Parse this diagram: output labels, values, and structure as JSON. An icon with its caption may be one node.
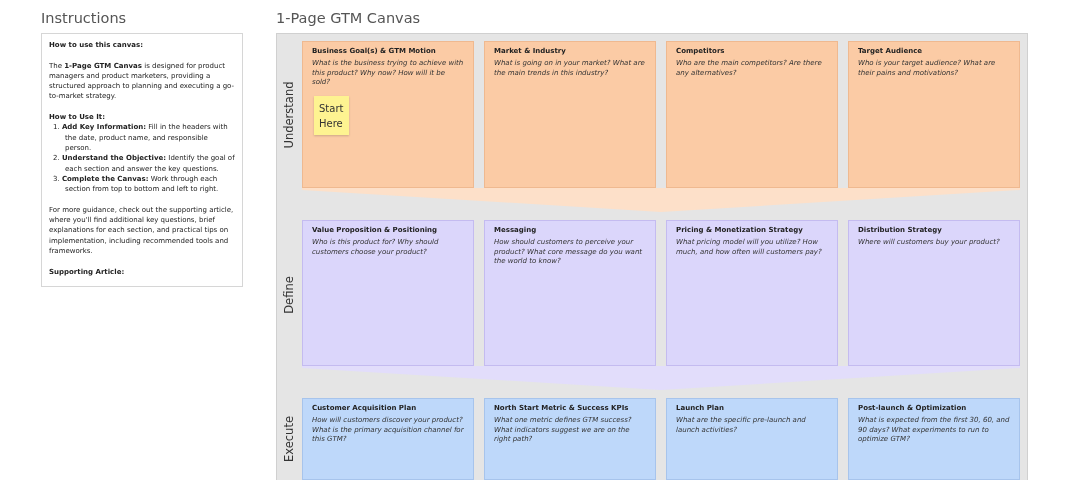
{
  "diagram": {
    "nodes": [
      {
        "text": [
          "Instructions",
          "How to use this canvas:",
          "The **1-Page GTM Canvas** is designed for product managers and product marketers, providing a structured approach to planning and executing a go-to-market strategy.",
          "How to Use It:",
          "1. **Add Key Information:** Fill in the headers with the date, product name, and responsible person.",
          "2. **Understand the Objective:** Identify the goal of each section and answer the key questions.",
          "3. **Complete the Canvas:** Work through each section from top to bottom and left to right.",
          "For more guidance, check out the supporting article, where you'll find additional key questions, brief explanations for each section, and practical tips on implementation, including recommended tools and frameworks.",
          "Supporting Article:"
        ]
      },
      {
        "text": [
          "1-Page GTM Canvas"
        ]
      },
      {
        "text": [
          "Understand"
        ],
        "in": 1
      },
      {
        "text": [
          "Business Goal(s) & GTM Motion",
          "What is the business trying to achieve with this product? Why now? How will it be sold?"
        ],
        "in": 2
      },
      {
        "text": [
          "Start Here"
        ],
        "in": 3
      },
      {
        "text": [
          "Market & Industry",
          "What is going on in your market? What are the main trends in this industry?"
        ],
        "in": 2
      },
      {
        "text": [
          "Competitors",
          "Who are the main competitors? Are there any alternatives?"
        ],
        "in": 2
      },
      {
        "text": [
          "Target Audience",
          "Who is your target audience? What are their pains and motivations?"
        ],
        "in": 2
      },
      {
        "text": [
          "Define"
        ],
        "in": 1
      },
      {
        "text": [
          "Value Proposition & Positioning",
          "Who is this product for? Why should customers choose your product?"
        ],
        "in": 8
      },
      {
        "text": [
          "Messaging",
          "How should customers to perceive your product? What core message do you want the world to know?"
        ],
        "in": 8
      },
      {
        "text": [
          "Pricing & Monetization Strategy",
          "What pricing model will you utilize? How much, and how often will customers pay?"
        ],
        "in": 8
      },
      {
        "text": [
          "Distribution Strategy",
          "Where will customers buy your product?"
        ],
        "in": 8
      },
      {
        "text": [
          "Execute"
        ],
        "in": 1
      },
      {
        "text": [
          "Customer Acquisition Plan",
          "How will customers discover your product? What is the primary acquisition channel for this GTM?"
        ],
        "in": 13
      },
      {
        "text": [
          "North Start Metric & Success KPIs",
          "What one metric defines GTM success? What indicators suggest we are on the right path?"
        ],
        "in": 13
      },
      {
        "text": [
          "Launch Plan",
          "What are the specific pre-launch and launch activities?"
        ],
        "in": 13
      },
      {
        "text": [
          "Post-launch & Optimization",
          "What is expected from the first 30, 60, and 90 days? What experiments to run to optimize GTM?"
        ],
        "in": 13
      }
    ],
    "edges": [
      {
        "from": 2,
        "to": 8,
        "arrow": "to",
        "color": "#fde0c9"
      },
      {
        "from": 8,
        "to": 13,
        "arrow": "to",
        "color": "#e2ddfb"
      }
    ]
  }
}
